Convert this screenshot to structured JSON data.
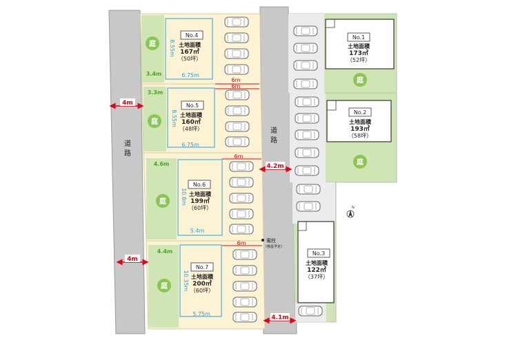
{
  "colors": {
    "road": "#c8c8c8",
    "road_edge": "#9a9a9a",
    "lot_yellow": "#fbf3d4",
    "yard_green": "#cfe6b4",
    "garden_badge": "#8bc653",
    "dim_blue": "#2b9ed8",
    "dim_green": "#4aa02c",
    "dim_red": "#e60012",
    "lot_border": "#ff3b3b"
  },
  "roads": {
    "west_label": "道路",
    "center_label": "道路"
  },
  "garden_label": "庭",
  "road_widths": {
    "west_top": "4m",
    "west_bottom": "4m",
    "center_mid": "4.2m",
    "center_bottom": "4.1m"
  },
  "lots": [
    {
      "no": "No.4",
      "area_label": "土地面積",
      "area": "167㎡",
      "tsubo": "（50坪）",
      "depth": "8.55m",
      "width": "6.75m",
      "yard": "3.4m",
      "front": "6m"
    },
    {
      "no": "No.5",
      "area_label": "土地面積",
      "area": "160㎡",
      "tsubo": "（48坪）",
      "depth": "8.55m",
      "width": "6.75m",
      "yard": "3.3m",
      "front": "6m"
    },
    {
      "no": "No.6",
      "area_label": "土地面積",
      "area": "199㎡",
      "tsubo": "（60坪）",
      "depth": "10.8m",
      "width": "5.4m",
      "yard": "4.6m",
      "front": "6m"
    },
    {
      "no": "No.7",
      "area_label": "土地面積",
      "area": "200㎡",
      "tsubo": "（60坪）",
      "depth": "10.35m",
      "width": "5.75m",
      "yard": "4.4m",
      "front": "6m"
    },
    {
      "no": "No.1",
      "area_label": "土地面積",
      "area": "173㎡",
      "tsubo": "（52坪）"
    },
    {
      "no": "No.2",
      "area_label": "土地面積",
      "area": "193㎡",
      "tsubo": "（58坪）"
    },
    {
      "no": "No.3",
      "area_label": "土地面積",
      "area": "122㎡",
      "tsubo": "（37坪）"
    }
  ],
  "pole": {
    "label": "電柱",
    "note": "（移設予定）"
  },
  "compass_label": "N"
}
